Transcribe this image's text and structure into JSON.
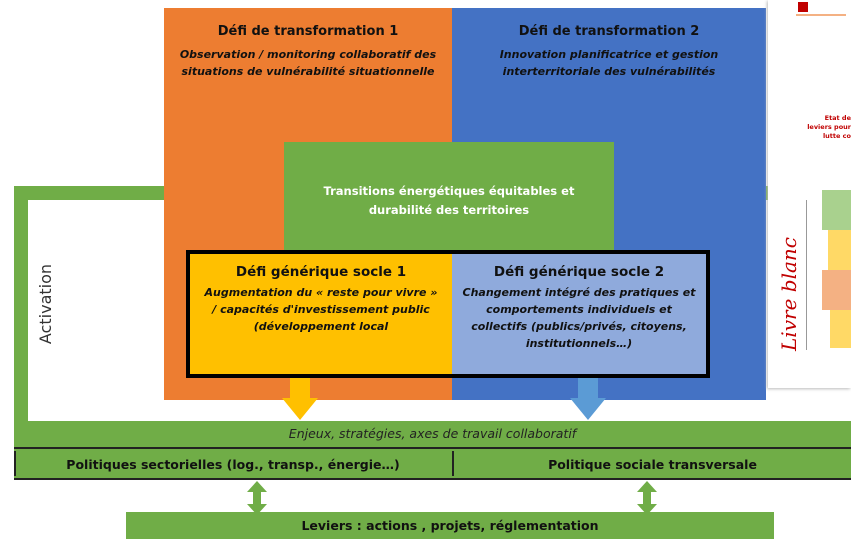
{
  "defi1": {
    "title": "Défi de transformation 1",
    "text": "Observation / monitoring collaboratif des situations de vulnérabilité situationnelle"
  },
  "defi2": {
    "title": "Défi de transformation 2",
    "text": "Innovation planificatrice et gestion interterritoriale des vulnérabilités"
  },
  "center": {
    "text": "Transitions énergétiques équitables et durabilité des territoires"
  },
  "socle1": {
    "title": "Défi générique socle 1",
    "text": "Augmentation du « reste pour vivre » / capacités d'investissement public (développement local"
  },
  "socle2": {
    "title": "Défi générique socle 2",
    "text": "Changement intégré des pratiques et comportements individuels et collectifs (publics/privés, citoyens, institutionnels…)"
  },
  "activation": "Activation",
  "enjeux": "Enjeux, stratégies, axes de travail collaboratif",
  "politiques": {
    "left": "Politiques sectorielles (log., transp., énergie…)",
    "right": "Politique sociale transversale"
  },
  "leviers": "Leviers : actions , projets, réglementation",
  "livre": {
    "cover_title": "Livre blanc",
    "snippet_line1": "Etat de",
    "snippet_line2": "leviers pour",
    "snippet_line3": "lutte co",
    "colors": [
      "#c00000",
      "#f4b183",
      "#ffd966",
      "#a9d18e"
    ]
  },
  "colors": {
    "orange": "#ed7d31",
    "blue": "#4472c4",
    "green": "#70ad47",
    "yellow": "#ffc000",
    "light_blue": "#8faadc"
  }
}
